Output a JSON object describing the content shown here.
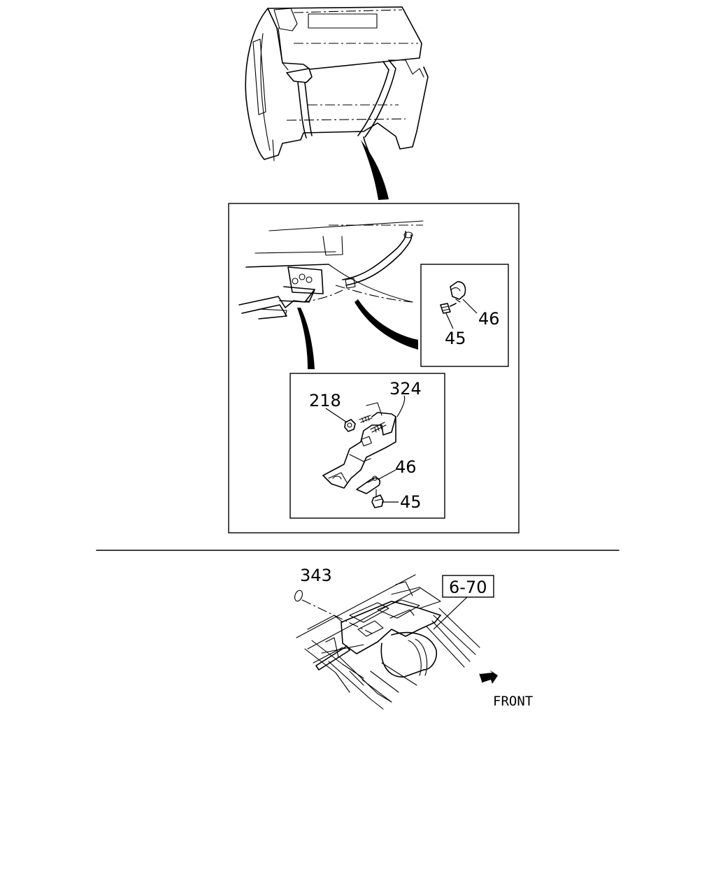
{
  "callouts": {
    "c46_inset": "46",
    "c45_inset": "45",
    "c218": "218",
    "c324": "324",
    "c46_bracket": "46",
    "c45_bracket": "45",
    "c343": "343",
    "ref_6_70": "6-70"
  },
  "direction_label": "FRONT"
}
